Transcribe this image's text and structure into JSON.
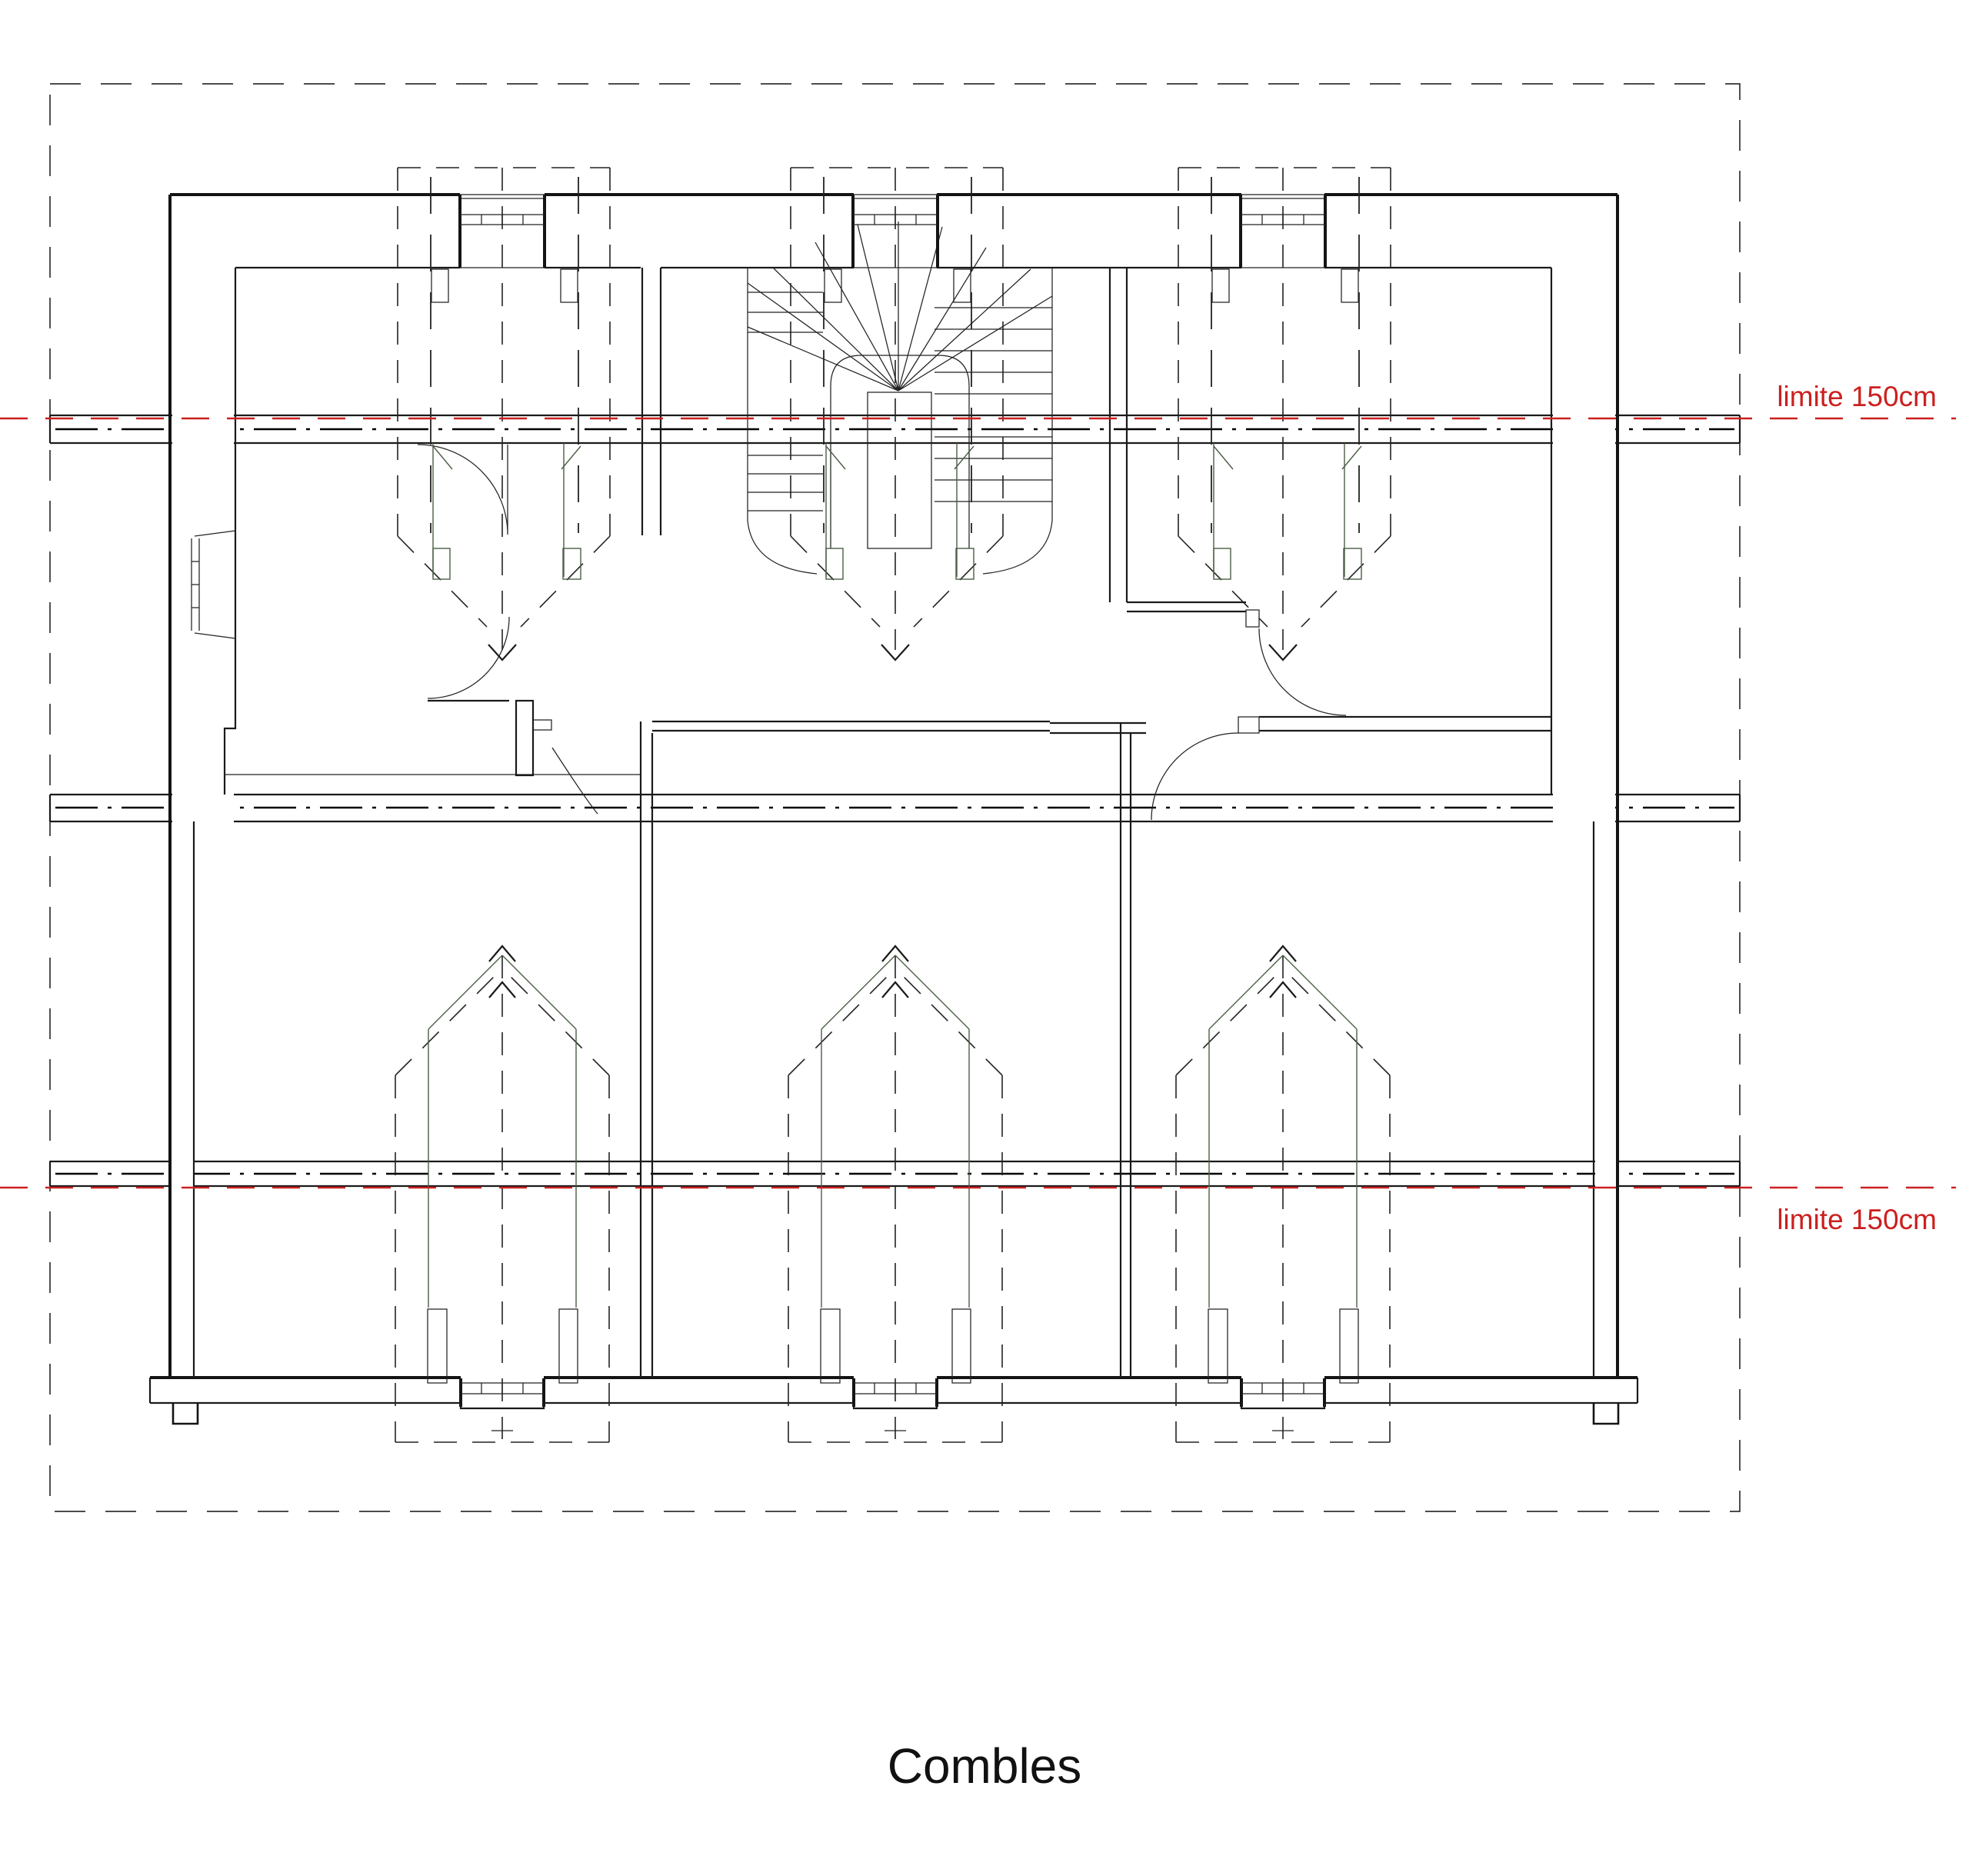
{
  "drawing": {
    "type": "architectural-floor-plan",
    "floor_title": "Combles",
    "limit_label_top": "limite 150cm",
    "limit_label_bottom": "limite 150cm"
  },
  "colors": {
    "background": "#ffffff",
    "wall_line": "#141414",
    "limit_red": "#cc2020",
    "reveal_green": "#4a5f45",
    "roof_dash": "#333333"
  }
}
